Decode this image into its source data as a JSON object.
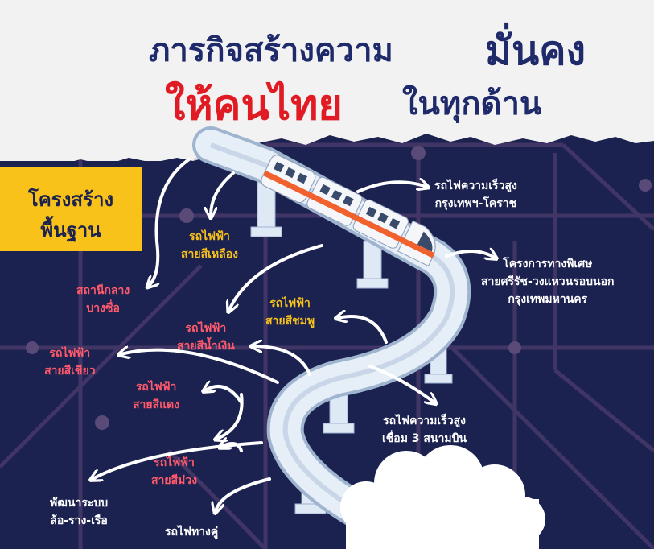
{
  "headline": {
    "line1_part1": "ภารกิจสร้างความ",
    "line1_part2": "มั่นคง",
    "line2_part1": "ให้คนไทย",
    "line2_part2": "ในทุกด้าน"
  },
  "badge": {
    "line1": "โครงสร้าง",
    "line2": "พื้นฐาน"
  },
  "projects": {
    "yellow_line": {
      "line1": "รถไฟฟ้า",
      "line2": "สายสีเหลือง"
    },
    "bang_sue": {
      "line1": "สถานีกลาง",
      "line2": "บางซื่อ"
    },
    "pink_line": {
      "line1": "รถไฟฟ้า",
      "line2": "สายสีชมพู"
    },
    "blue_line": {
      "line1": "รถไฟฟ้า",
      "line2": "สายสีน้ำเงิน"
    },
    "green_line": {
      "line1": "รถไฟฟ้า",
      "line2": "สายสีเขียว"
    },
    "red_line": {
      "line1": "รถไฟฟ้า",
      "line2": "สายสีแดง"
    },
    "purple_line": {
      "line1": "รถไฟฟ้า",
      "line2": "สายสีม่วง"
    },
    "transport_dev": {
      "line1": "พัฒนาระบบ",
      "line2": "ล้อ-ราง-เรือ"
    },
    "double_track": {
      "line1": "รถไฟทางคู่"
    },
    "hsr_korat": {
      "line1": "รถไฟความเร็วสูง",
      "line2": "กรุงเทพฯ-โคราช"
    },
    "expressway": {
      "line1": "โครงการทางพิเศษ",
      "line2": "สายศรีรัช-วงแหวนรอบนอก",
      "line3": "กรุงเทพมหานคร"
    },
    "hsr_3_airports": {
      "line1": "รถไฟความเร็วสูง",
      "line2": "เชื่อม 3 สนามบิน"
    }
  },
  "colors": {
    "background": "#1c2250",
    "headline_navy": "#1f2a6b",
    "headline_red": "#e01b24",
    "badge_yellow": "#f8c21a",
    "label_yellow": "#f8c21a",
    "label_red": "#ff5a6b",
    "label_white": "#ffffff"
  },
  "icons": [
    "train-icon",
    "curved-arrow-icon",
    "cloud-icon",
    "transit-map-pattern"
  ]
}
